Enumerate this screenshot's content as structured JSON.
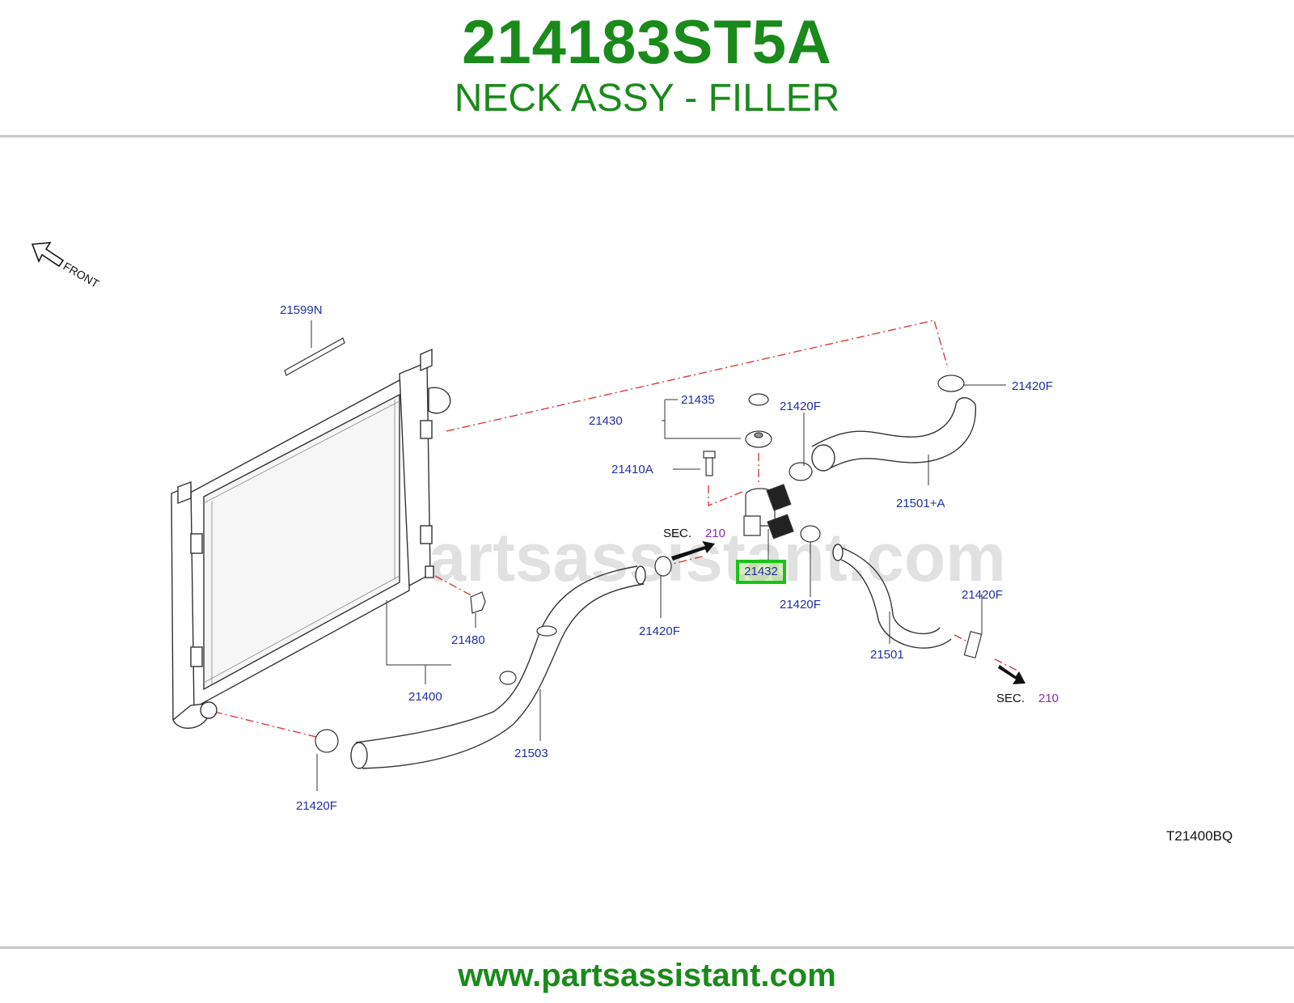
{
  "header": {
    "part_number": "214183ST5A",
    "part_name": "NECK ASSY - FILLER"
  },
  "footer": {
    "url": "www.partsassistant.com"
  },
  "watermark": "www.partsassistant.com",
  "orientation": {
    "label": "FRONT"
  },
  "diagram_code": "T21400BQ",
  "highlighted_part": "21432",
  "callouts": {
    "c21599N": "21599N",
    "c21435": "21435",
    "c21430": "21430",
    "c21420F_a": "21420F",
    "c21420F_b": "21420F",
    "c21410A": "21410A",
    "c21501A": "21501+A",
    "c21420F_c": "21420F",
    "c21420F_d": "21420F",
    "c21420F_e": "21420F",
    "c21480": "21480",
    "c21400": "21400",
    "c21501": "21501",
    "c21503": "21503",
    "c21420F_f": "21420F"
  },
  "sections": {
    "sec_a_label": "SEC.",
    "sec_a_num": "210",
    "sec_b_label": "SEC.",
    "sec_b_num": "210"
  },
  "colors": {
    "brand_green": "#1a8a1a",
    "callout_blue": "#1f2fa8",
    "section_purple": "#8a2bb8",
    "highlight_green": "#19c319",
    "leader_red": "#d23030"
  },
  "icons": [
    "front-arrow-icon",
    "section-arrow-icon"
  ]
}
